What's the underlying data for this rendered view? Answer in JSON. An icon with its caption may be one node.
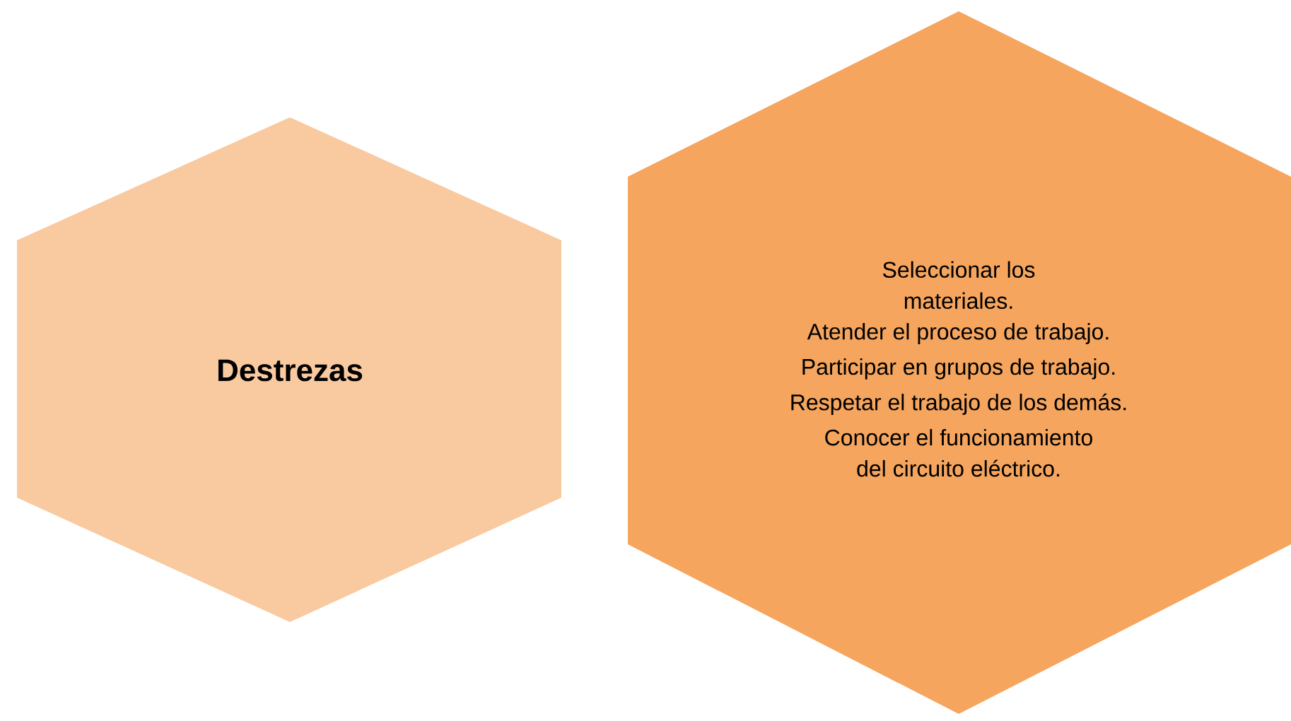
{
  "diagram": {
    "nodes": [
      {
        "text": [
          "Destrezas"
        ]
      },
      {
        "text": [
          "Seleccionar los materiales.",
          "Atender el proceso de trabajo.",
          "Participar en grupos de trabajo.",
          "Respetar el trabajo de los demás.",
          "Conocer el funcionamiento del circuito eléctrico."
        ]
      }
    ]
  }
}
